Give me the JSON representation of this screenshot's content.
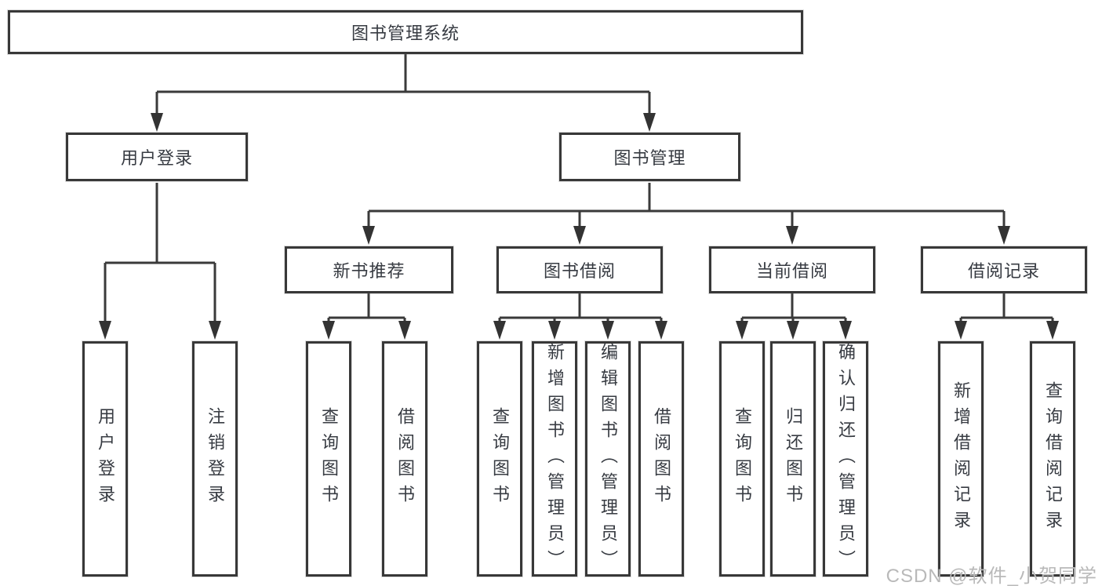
{
  "tree": {
    "root": {
      "label": "图书管理系统"
    },
    "branches": [
      {
        "label": "用户登录",
        "children": [
          {
            "label": "用户登录"
          },
          {
            "label": "注销登录"
          }
        ]
      },
      {
        "label": "图书管理",
        "children": [
          {
            "label": "新书推荐",
            "children": [
              {
                "label": "查询图书"
              },
              {
                "label": "借阅图书"
              }
            ]
          },
          {
            "label": "图书借阅",
            "children": [
              {
                "label": "查询图书"
              },
              {
                "label": "新增图书（管理员）"
              },
              {
                "label": "编辑图书（管理员）"
              },
              {
                "label": "借阅图书"
              }
            ]
          },
          {
            "label": "当前借阅",
            "children": [
              {
                "label": "查询图书"
              },
              {
                "label": "归还图书"
              },
              {
                "label": "确认归还（管理员）"
              }
            ]
          },
          {
            "label": "借阅记录",
            "children": [
              {
                "label": "新增借阅记录"
              },
              {
                "label": "查询借阅记录"
              }
            ]
          }
        ]
      }
    ]
  },
  "watermark": {
    "text": "CSDN @软件_小贺同学"
  },
  "colors": {
    "background": "#ffffff",
    "line": "#3a3a3a",
    "box_border": "#383838",
    "text": "#373b42",
    "watermark": "#b9b9b9"
  }
}
